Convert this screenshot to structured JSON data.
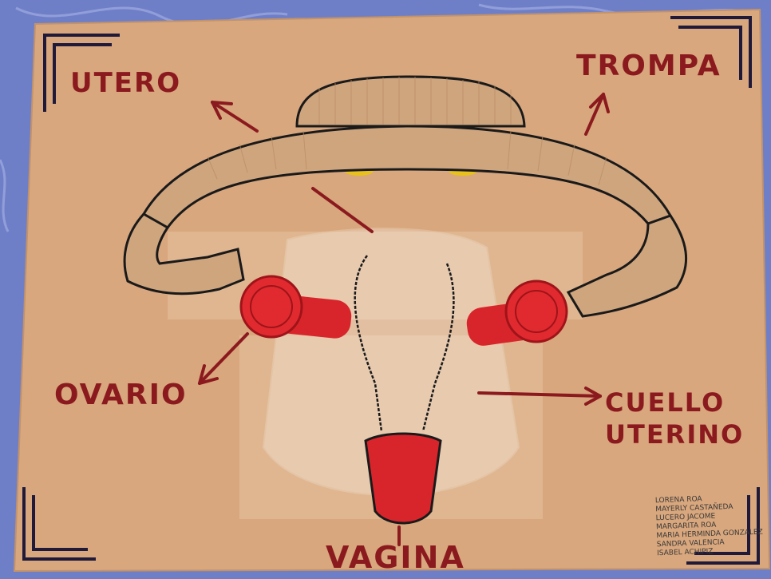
{
  "labels": {
    "utero": "UTERO",
    "trompa": "TROMPA",
    "ovario": "OVARIO",
    "cuello_line1": "CUELLO",
    "cuello_line2": "UTERINO",
    "vagina": "VAGINA"
  },
  "names": [
    "LORENA ROA",
    "MAYERLY CASTAÑEDA",
    "LUCERO JACOME",
    "MARGARITA ROA",
    "MARIA HERMINDA GONZALEZ",
    "SANDRA VALENCIA",
    "ISABEL ACHIPIZ"
  ],
  "colors": {
    "background": "#6f7fc7",
    "board": "#d9a77d",
    "cardboard": "#cfa57e",
    "caps": "#d8252b",
    "ink": "#8b1a1f"
  }
}
